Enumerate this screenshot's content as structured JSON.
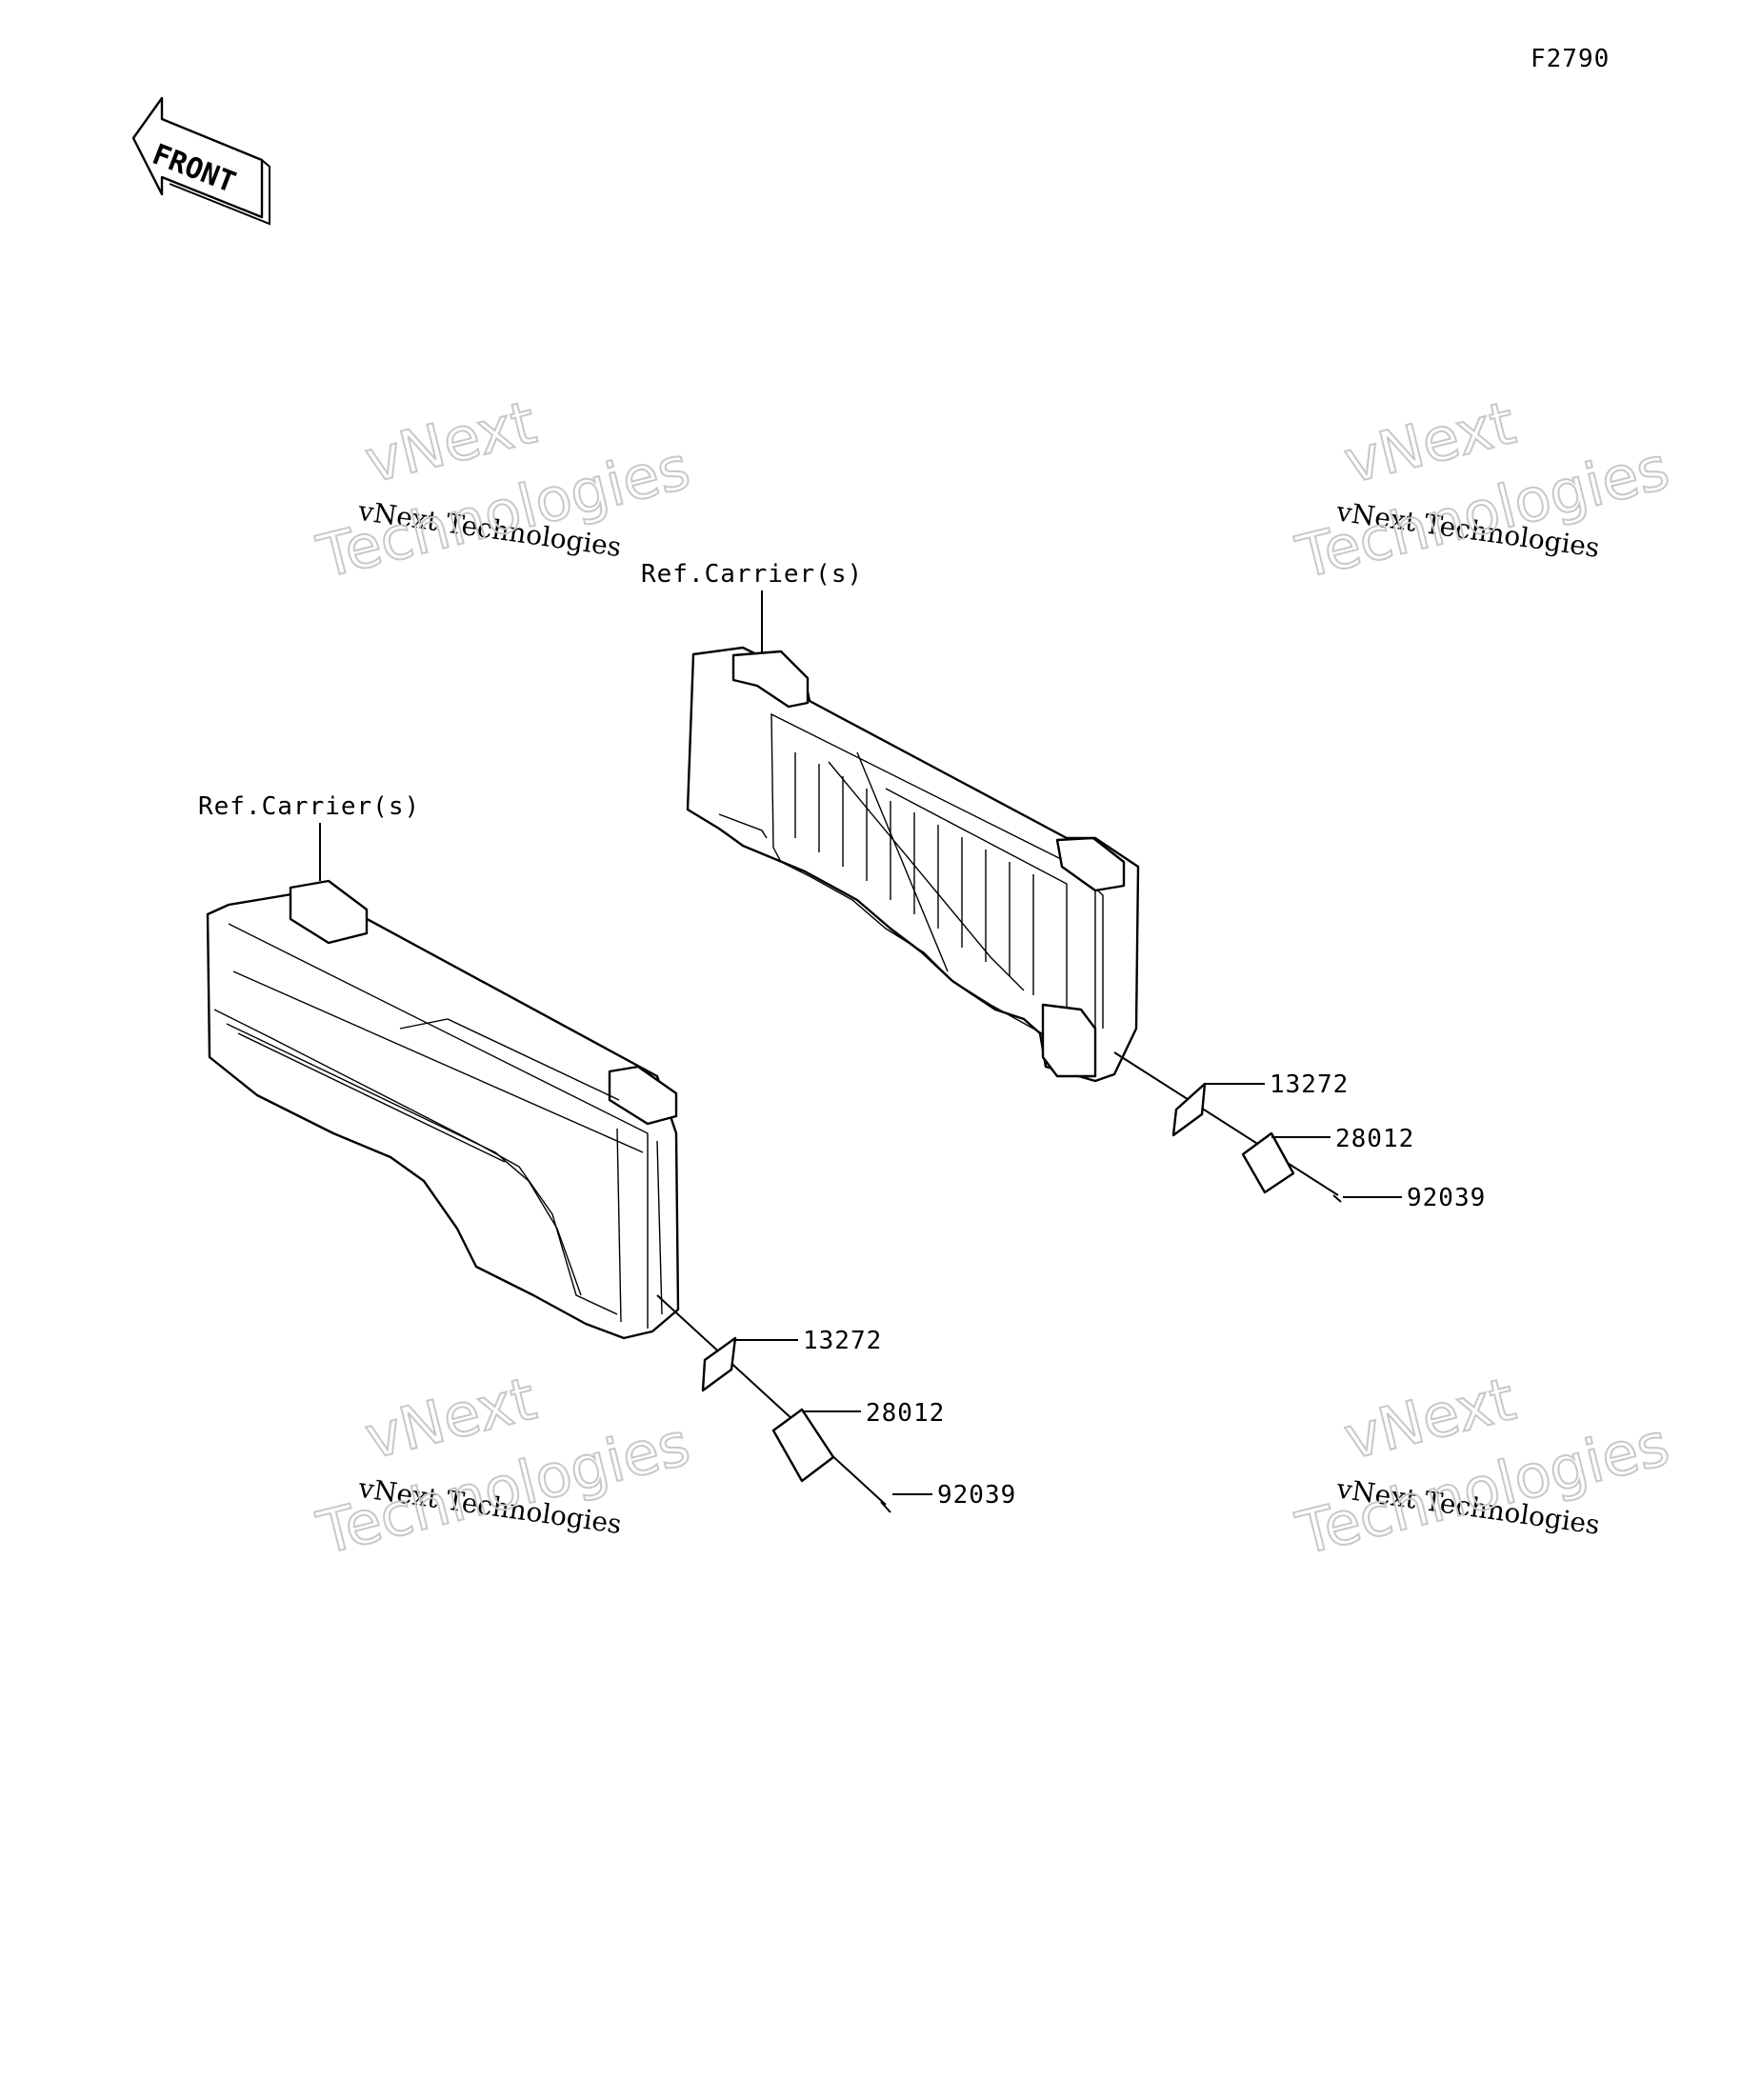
{
  "figure_code": "F2790",
  "front_arrow": {
    "text": "FRONT",
    "icon": "front-direction-arrow-icon"
  },
  "watermark": {
    "line1": "vNext",
    "line2": "vNext Technologies",
    "line3": "Technologies"
  },
  "reference_labels": [
    "Ref.Carrier(s)",
    "Ref.Carrier(s)"
  ],
  "callouts": {
    "upper_right": [
      "13272",
      "28012",
      "92039"
    ],
    "lower_left": [
      "13272",
      "28012",
      "92039"
    ]
  }
}
